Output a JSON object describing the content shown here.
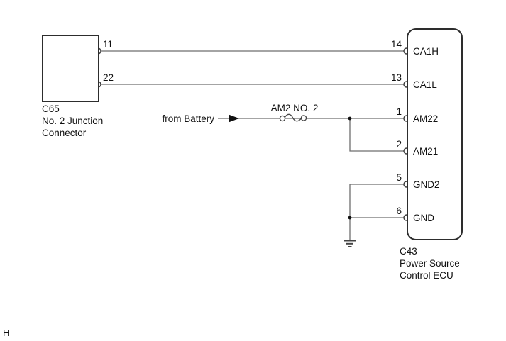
{
  "diagram": {
    "page_mark": "H",
    "left_connector": {
      "caption_lines": [
        "C65",
        "No. 2 Junction",
        "Connector"
      ],
      "pins": [
        {
          "number": "11"
        },
        {
          "number": "22"
        }
      ]
    },
    "ecu_connector": {
      "caption_lines": [
        "C43",
        "Power Source",
        "Control ECU"
      ],
      "pins": [
        {
          "number": "14",
          "name": "CA1H"
        },
        {
          "number": "13",
          "name": "CA1L"
        },
        {
          "number": "1",
          "name": "AM22"
        },
        {
          "number": "2",
          "name": "AM21"
        },
        {
          "number": "5",
          "name": "GND2"
        },
        {
          "number": "6",
          "name": "GND"
        }
      ]
    },
    "battery_feed": {
      "source_label": "from Battery",
      "fuse_label": "AM2 NO. 2"
    },
    "colors": {
      "wire": "#6e6e6e",
      "outline": "#2d2d2d",
      "text": "#111111",
      "background": "#ffffff"
    }
  }
}
